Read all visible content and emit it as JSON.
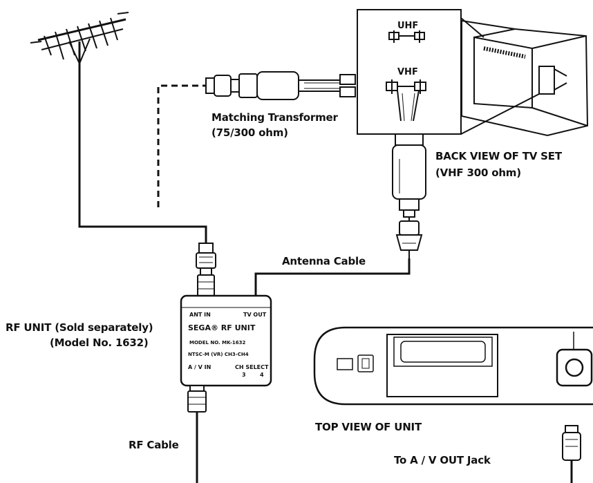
{
  "labels": {
    "matching_transformer": "Matching Transformer",
    "transformer_spec": "(75/300 ohm)",
    "back_view": "BACK VIEW OF TV SET",
    "back_view_spec": "(VHF 300 ohm)",
    "antenna_cable": "Antenna Cable",
    "rf_unit": "RF UNIT (Sold separately)",
    "rf_unit_model": "(Model No. 1632)",
    "rf_cable": "RF Cable",
    "top_view": "TOP VIEW OF UNIT",
    "av_out": "To A / V OUT Jack"
  },
  "tv_panel": {
    "uhf": "UHF",
    "vhf": "VHF"
  },
  "rf_box": {
    "ant_in": "ANT IN",
    "tv_out": "TV OUT",
    "brand": "SEGA® RF UNIT",
    "model": "MODEL NO. MK-1632",
    "ntsc": "NTSC-M (VR) CH3-CH4",
    "av_in": "A / V IN",
    "ch_select": "CH SELECT",
    "ch3": "3",
    "ch4": "4"
  }
}
